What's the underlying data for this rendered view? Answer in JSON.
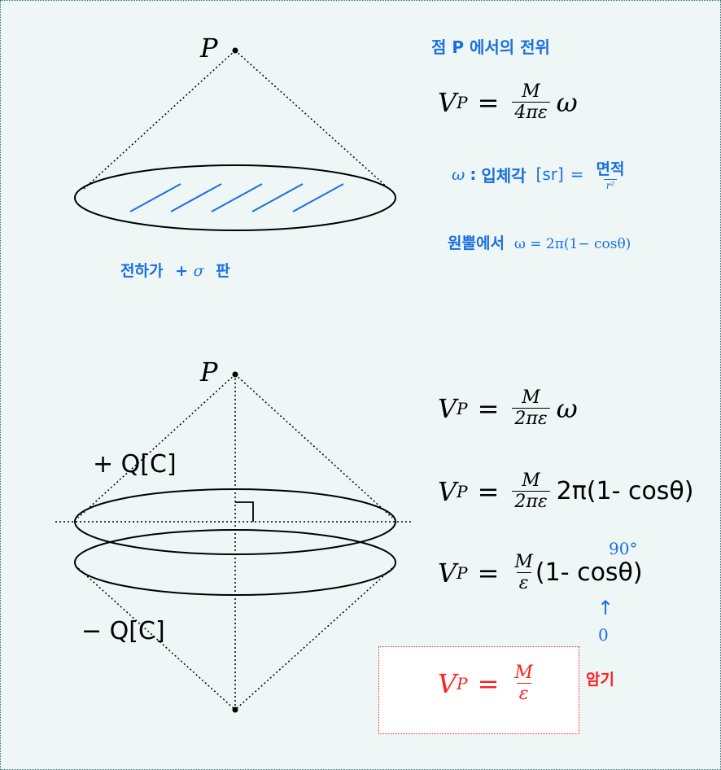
{
  "top": {
    "point_label": "P",
    "title": "점 P 에서의 전위",
    "equation": {
      "lhs": "V",
      "lhs_sub": "P",
      "eq": "=",
      "num": "M",
      "den": "4πε",
      "rest": "ω"
    },
    "solid_angle": {
      "symbol": "ω",
      "colon": ":",
      "name": "입체각",
      "unit": "[sr]",
      "eq": "=",
      "num": "면적",
      "den": "r²"
    },
    "cone_formula": {
      "prefix": "원뿔에서",
      "formula": "ω = 2π(1− cosθ)"
    },
    "plate_label_prefix": "전하가",
    "plate_label_sign": "+",
    "plate_label_sigma": "σ",
    "plate_label_suffix": "판"
  },
  "bottom": {
    "point_label": "P",
    "plus_charge": "+ Q[C]",
    "minus_charge": "− Q[C]",
    "eq1": {
      "lhs": "V",
      "lhs_sub": "P",
      "eq": "=",
      "num": "M",
      "den": "2πε",
      "rest": "ω"
    },
    "eq2": {
      "lhs": "V",
      "lhs_sub": "P",
      "eq": "=",
      "num": "M",
      "den": "2πε",
      "rest": "2π(1- cosθ)"
    },
    "eq3": {
      "lhs": "V",
      "lhs_sub": "P",
      "eq": "=",
      "num": "M",
      "den": "ε",
      "rest": "(1- cosθ)"
    },
    "angle_top": "90°",
    "angle_bottom": "0",
    "arrow": "↑",
    "final": {
      "lhs": "V",
      "lhs_sub": "P",
      "eq": "=",
      "num": "M",
      "den": "ε"
    },
    "memorize": "암기"
  },
  "colors": {
    "accent_blue": "#1a6fe0",
    "highlight_red": "#ff2020",
    "background": "#eef6f6"
  }
}
